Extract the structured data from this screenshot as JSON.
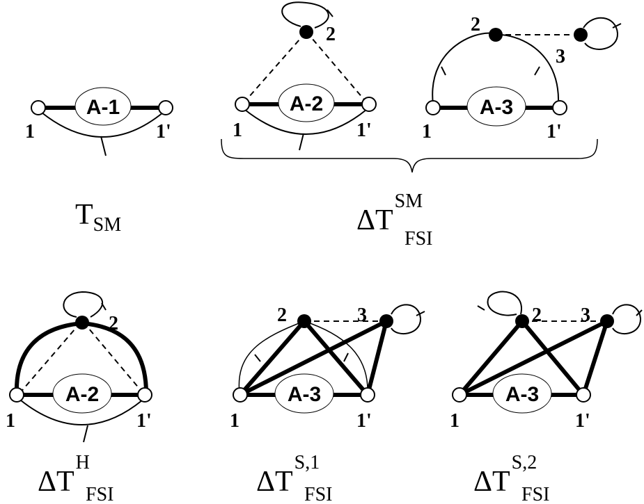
{
  "diagrams": {
    "a1": {
      "blob": "A-1",
      "left": "1",
      "right": "1'"
    },
    "a2": {
      "blob": "A-2",
      "left": "1",
      "right": "1'",
      "top": "2"
    },
    "a3": {
      "blob": "A-3",
      "left": "1",
      "right": "1'",
      "top": "2",
      "side": "3"
    },
    "h": {
      "blob": "A-2",
      "left": "1",
      "right": "1'",
      "top": "2"
    },
    "s1": {
      "blob": "A-3",
      "left": "1",
      "right": "1'",
      "n2": "2",
      "n3": "3"
    },
    "s2": {
      "blob": "A-3",
      "left": "1",
      "right": "1'",
      "n2": "2",
      "n3": "3"
    }
  },
  "captions": {
    "t_sm": {
      "main": "T",
      "sub": "SM",
      "sup": ""
    },
    "dt_sm": {
      "main": "ΔT",
      "sub": "FSI",
      "sup": "SM"
    },
    "dt_h": {
      "main": "ΔT",
      "sub": "FSI",
      "sup": "H"
    },
    "dt_s1": {
      "main": "ΔT",
      "sub": "FSI",
      "sup": "S,1"
    },
    "dt_s2": {
      "main": "ΔT",
      "sub": "FSI",
      "sup": "S,2"
    }
  }
}
